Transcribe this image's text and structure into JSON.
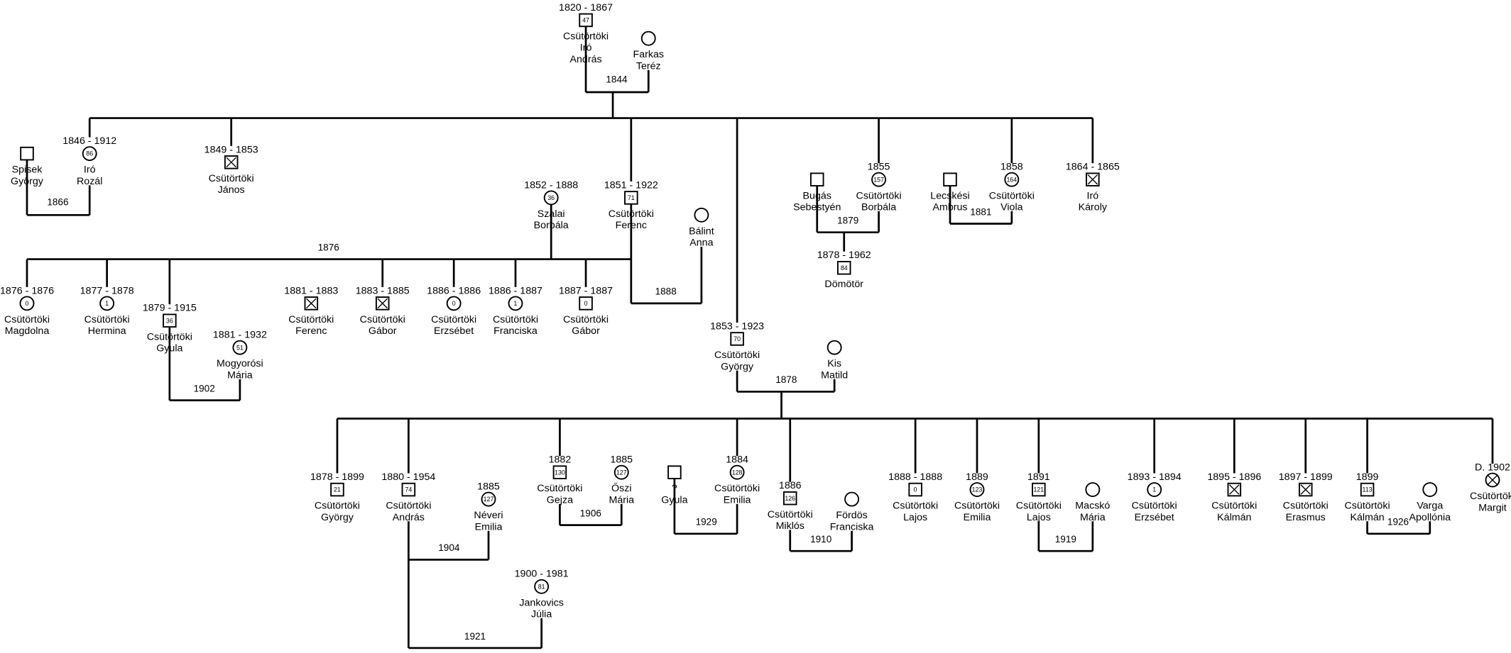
{
  "tree": {
    "persons": [
      {
        "id": "p1",
        "sex": "m",
        "dates": "1820 - 1867",
        "line1": "Csütörtöki",
        "line2": "Iró",
        "line3": "András",
        "number": "47",
        "deceased": false
      },
      {
        "id": "p2",
        "sex": "f",
        "dates": "",
        "line1": "Farkas",
        "line2": "Teréz",
        "line3": "",
        "number": "",
        "deceased": false
      },
      {
        "id": "p3",
        "sex": "m",
        "dates": "",
        "line1": "Spisek",
        "line2": "György",
        "line3": "",
        "number": "",
        "deceased": false
      },
      {
        "id": "p4",
        "sex": "f",
        "dates": "1846 - 1912",
        "line1": "Iró",
        "line2": "Rozál",
        "line3": "",
        "number": "86",
        "deceased": false
      },
      {
        "id": "p5",
        "sex": "m",
        "dates": "1849 - 1853",
        "line1": "Csütörtöki",
        "line2": "János",
        "line3": "",
        "number": "",
        "deceased": true
      },
      {
        "id": "p6",
        "sex": "f",
        "dates": "1852 - 1888",
        "line1": "Szalai",
        "line2": "Borbála",
        "line3": "",
        "number": "36",
        "deceased": false
      },
      {
        "id": "p7",
        "sex": "m",
        "dates": "1851 - 1922",
        "line1": "Csütörtöki",
        "line2": "Ferenc",
        "line3": "",
        "number": "71",
        "deceased": false
      },
      {
        "id": "p8",
        "sex": "f",
        "dates": "",
        "line1": "Bálint",
        "line2": "Anna",
        "line3": "",
        "number": "",
        "deceased": false
      },
      {
        "id": "p9",
        "sex": "m",
        "dates": "",
        "line1": "Bugás",
        "line2": "Sebestyén",
        "line3": "",
        "number": "",
        "deceased": false
      },
      {
        "id": "p10",
        "sex": "f",
        "dates": "1855",
        "line1": "Csütörtöki",
        "line2": "Borbála",
        "line3": "",
        "number": "157",
        "deceased": false
      },
      {
        "id": "p11",
        "sex": "m",
        "dates": "",
        "line1": "Lecskési",
        "line2": "Ambrus",
        "line3": "",
        "number": "",
        "deceased": false
      },
      {
        "id": "p12",
        "sex": "f",
        "dates": "1858",
        "line1": "Csütörtöki",
        "line2": "Viola",
        "line3": "",
        "number": "164",
        "deceased": false
      },
      {
        "id": "p13",
        "sex": "m",
        "dates": "1864 - 1865",
        "line1": "Iró",
        "line2": "Károly",
        "line3": "",
        "number": "",
        "deceased": true
      },
      {
        "id": "p14",
        "sex": "m",
        "dates": "1878 - 1962",
        "line1": "Dömötör",
        "line2": "",
        "line3": "",
        "number": "84",
        "deceased": false
      },
      {
        "id": "p15",
        "sex": "f",
        "dates": "1876 - 1876",
        "line1": "Csütörtöki",
        "line2": "Magdolna",
        "line3": "",
        "number": "0",
        "deceased": false
      },
      {
        "id": "p16",
        "sex": "f",
        "dates": "1877 - 1878",
        "line1": "Csütörtöki",
        "line2": "Hermina",
        "line3": "",
        "number": "1",
        "deceased": false
      },
      {
        "id": "p17",
        "sex": "m",
        "dates": "1879 - 1915",
        "line1": "Csütörtöki",
        "line2": "Gyula",
        "line3": "",
        "number": "36",
        "deceased": false
      },
      {
        "id": "p18",
        "sex": "f",
        "dates": "1881 - 1932",
        "line1": "Mogyorósi",
        "line2": "Mária",
        "line3": "",
        "number": "51",
        "deceased": false
      },
      {
        "id": "p19",
        "sex": "m",
        "dates": "1881 - 1883",
        "line1": "Csütörtöki",
        "line2": "Ferenc",
        "line3": "",
        "number": "",
        "deceased": true
      },
      {
        "id": "p20",
        "sex": "m",
        "dates": "1883 - 1885",
        "line1": "Csütörtöki",
        "line2": "Gábor",
        "line3": "",
        "number": "",
        "deceased": true
      },
      {
        "id": "p21",
        "sex": "f",
        "dates": "1886 - 1886",
        "line1": "Csütörtöki",
        "line2": "Erzsébet",
        "line3": "",
        "number": "0",
        "deceased": false
      },
      {
        "id": "p22",
        "sex": "f",
        "dates": "1886 - 1887",
        "line1": "Csütörtöki",
        "line2": "Franciska",
        "line3": "",
        "number": "1",
        "deceased": false
      },
      {
        "id": "p23",
        "sex": "m",
        "dates": "1887 - 1887",
        "line1": "Csütörtöki",
        "line2": "Gábor",
        "line3": "",
        "number": "0",
        "deceased": false
      },
      {
        "id": "p24",
        "sex": "m",
        "dates": "1853 - 1923",
        "line1": "Csütörtöki",
        "line2": "György",
        "line3": "",
        "number": "70",
        "deceased": false
      },
      {
        "id": "p25",
        "sex": "f",
        "dates": "",
        "line1": "Kis",
        "line2": "Matild",
        "line3": "",
        "number": "",
        "deceased": false
      },
      {
        "id": "p26",
        "sex": "m",
        "dates": "1878 - 1899",
        "line1": "Csütörtöki",
        "line2": "György",
        "line3": "",
        "number": "21",
        "deceased": false
      },
      {
        "id": "p27",
        "sex": "m",
        "dates": "1880 - 1954",
        "line1": "Csütörtöki",
        "line2": "András",
        "line3": "",
        "number": "74",
        "deceased": false
      },
      {
        "id": "p28",
        "sex": "f",
        "dates": "1885",
        "line1": "Néveri",
        "line2": "Emilia",
        "line3": "",
        "number": "127",
        "deceased": false
      },
      {
        "id": "p29",
        "sex": "f",
        "dates": "1900 - 1981",
        "line1": "Jankovics",
        "line2": "Júlia",
        "line3": "",
        "number": "81",
        "deceased": false
      },
      {
        "id": "p30",
        "sex": "m",
        "dates": "1882",
        "line1": "Csütörtöki",
        "line2": "Gejza",
        "line3": "",
        "number": "130",
        "deceased": false
      },
      {
        "id": "p31",
        "sex": "f",
        "dates": "1885",
        "line1": "Őszi",
        "line2": "Mária",
        "line3": "",
        "number": "127",
        "deceased": false
      },
      {
        "id": "p32",
        "sex": "m",
        "dates": "",
        "line1": "?",
        "line2": "Gyula",
        "line3": "",
        "number": "",
        "deceased": false
      },
      {
        "id": "p33",
        "sex": "f",
        "dates": "1884",
        "line1": "Csütörtöki",
        "line2": "Emilia",
        "line3": "",
        "number": "128",
        "deceased": false
      },
      {
        "id": "p34",
        "sex": "m",
        "dates": "1886",
        "line1": "Csütörtöki",
        "line2": "Miklós",
        "line3": "",
        "number": "126",
        "deceased": false
      },
      {
        "id": "p35",
        "sex": "f",
        "dates": "",
        "line1": "Fördös",
        "line2": "Franciska",
        "line3": "",
        "number": "",
        "deceased": false
      },
      {
        "id": "p36",
        "sex": "m",
        "dates": "1888 - 1888",
        "line1": "Csütörtöki",
        "line2": "Lajos",
        "line3": "",
        "number": "0",
        "deceased": false
      },
      {
        "id": "p37",
        "sex": "f",
        "dates": "1889",
        "line1": "Csütörtöki",
        "line2": "Emilia",
        "line3": "",
        "number": "123",
        "deceased": false
      },
      {
        "id": "p38",
        "sex": "m",
        "dates": "1891",
        "line1": "Csütörtöki",
        "line2": "Lajos",
        "line3": "",
        "number": "121",
        "deceased": false
      },
      {
        "id": "p39",
        "sex": "f",
        "dates": "",
        "line1": "Macskó",
        "line2": "Mária",
        "line3": "",
        "number": "",
        "deceased": false
      },
      {
        "id": "p40",
        "sex": "f",
        "dates": "1893 - 1894",
        "line1": "Csütörtöki",
        "line2": "Erzsébet",
        "line3": "",
        "number": "1",
        "deceased": false
      },
      {
        "id": "p41",
        "sex": "m",
        "dates": "1895 - 1896",
        "line1": "Csütörtöki",
        "line2": "Kálmán",
        "line3": "",
        "number": "",
        "deceased": true
      },
      {
        "id": "p42",
        "sex": "m",
        "dates": "1897 - 1899",
        "line1": "Csütörtöki",
        "line2": "Erasmus",
        "line3": "",
        "number": "",
        "deceased": true
      },
      {
        "id": "p43",
        "sex": "m",
        "dates": "1899",
        "line1": "Csütörtöki",
        "line2": "Kálmán",
        "line3": "",
        "number": "113",
        "deceased": false
      },
      {
        "id": "p44",
        "sex": "f",
        "dates": "",
        "line1": "Varga",
        "line2": "Apollónia",
        "line3": "",
        "number": "",
        "deceased": false
      },
      {
        "id": "p45",
        "sex": "f",
        "dates": "D. 1902",
        "line1": "Csütörtöki",
        "line2": "Margit",
        "line3": "",
        "number": "",
        "deceased": true
      }
    ],
    "marriages": [
      {
        "id": "m1",
        "year": "1844"
      },
      {
        "id": "m2",
        "year": "1866"
      },
      {
        "id": "m3",
        "year": "1876"
      },
      {
        "id": "m4",
        "year": "1888"
      },
      {
        "id": "m5",
        "year": "1879"
      },
      {
        "id": "m6",
        "year": "1881"
      },
      {
        "id": "m7",
        "year": "1902"
      },
      {
        "id": "m8",
        "year": "1878"
      },
      {
        "id": "m9",
        "year": "1904"
      },
      {
        "id": "m10",
        "year": "1921"
      },
      {
        "id": "m11",
        "year": "1906"
      },
      {
        "id": "m12",
        "year": "1929"
      },
      {
        "id": "m13",
        "year": "1910"
      },
      {
        "id": "m14",
        "year": "1919"
      },
      {
        "id": "m15",
        "year": "1926"
      }
    ]
  }
}
